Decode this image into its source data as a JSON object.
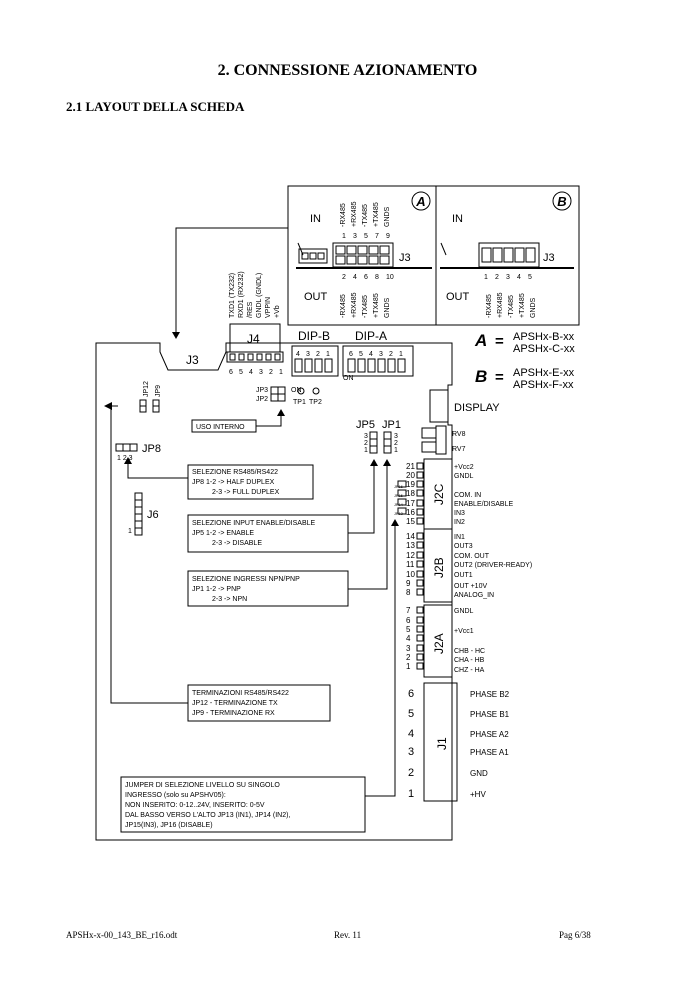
{
  "heading": "2. CONNESSIONE AZIONAMENTO",
  "subheading": "2.1 LAYOUT DELLA SCHEDA",
  "footer": {
    "left": "APSHx-x-00_143_BE_r16.odt",
    "center": "Rev. 11",
    "right": "Pag 6/38"
  },
  "connA": {
    "tag": "A",
    "in_label": "IN",
    "out_label": "OUT",
    "conn": "J3",
    "top_pins": [
      "1",
      "3",
      "5",
      "7",
      "9"
    ],
    "top_signals": [
      "-RX485",
      "+RX485",
      "-TX485",
      "+TX485",
      "GNDS"
    ],
    "bottom_pins": [
      "2",
      "4",
      "6",
      "8",
      "10"
    ],
    "bottom_signals": [
      "-RX485",
      "+RX485",
      "-TX485",
      "+TX485",
      "GNDS"
    ]
  },
  "connB": {
    "tag": "B",
    "in_label": "IN",
    "out_label": "OUT",
    "conn": "J3",
    "pins": [
      "1",
      "2",
      "3",
      "4",
      "5"
    ],
    "signals": [
      "-RX485",
      "+RX485",
      "-TX485",
      "+TX485",
      "GNDS"
    ]
  },
  "legend": {
    "a_tag": "A",
    "a_eq": "=",
    "a_line1": "APSHx-B-xx",
    "a_line2": "APSHx-C-xx",
    "b_tag": "B",
    "b_eq": "=",
    "b_line1": "APSHx-E-xx",
    "b_line2": "APSHx-F-xx"
  },
  "j4": {
    "label": "J4",
    "signals": [
      "TXD1 (TX232)",
      "RXD1 (RX232)",
      "/RES",
      "GNDL (GNDL)",
      "VPPIN",
      "+Vb"
    ],
    "pins": [
      "6",
      "5",
      "4",
      "3",
      "2",
      "1"
    ]
  },
  "j3_label": "J3",
  "dip_b": {
    "label": "DIP-B",
    "nums": [
      "4",
      "3",
      "2",
      "1"
    ],
    "on": "ON"
  },
  "dip_a": {
    "label": "DIP-A",
    "nums": [
      "6",
      "5",
      "4",
      "3",
      "2",
      "1"
    ],
    "on": "ON"
  },
  "jp3": "JP3",
  "jp2": "JP2",
  "tp1": "TP1",
  "tp2": "TP2",
  "jp12": "JP12",
  "jp9": "JP9",
  "jp8": "JP8",
  "jp8_pins": "1 2 3",
  "j6": "J6",
  "j6_pin1": "1",
  "uso_interno": "USO INTERNO",
  "jp5": "JP5",
  "jp1": "JP1",
  "jp_nums": [
    "3",
    "2",
    "1"
  ],
  "display": "DISPLAY",
  "rv8": "RV8",
  "rv7": "RV7",
  "j2c": {
    "label": "J2C",
    "pins": [
      "21",
      "20",
      "19",
      "18",
      "17",
      "16",
      "15"
    ]
  },
  "j2b": {
    "label": "J2B",
    "pins": [
      "14",
      "13",
      "12",
      "11",
      "10",
      "9",
      "8"
    ]
  },
  "j2a": {
    "label": "J2A",
    "pins": [
      "7",
      "6",
      "5",
      "4",
      "3",
      "2",
      "1"
    ]
  },
  "jp_small": [
    "JP16",
    "JP15",
    "JP14",
    "JP13"
  ],
  "j2_signals": [
    "+Vcc2",
    "GNDL",
    "COM. IN",
    "ENABLE/DISABLE",
    "IN3",
    "IN2",
    "IN1",
    "OUT3",
    "COM. OUT",
    "OUT2 (DRIVER-READY)",
    "OUT1",
    "OUT +10V",
    "ANALOG_IN",
    "GNDL",
    "+Vcc1",
    "CHB - HC",
    "CHA - HB",
    "CHZ - HA"
  ],
  "j1": {
    "label": "J1",
    "pins": [
      "6",
      "5",
      "4",
      "3",
      "2",
      "1"
    ],
    "signals": [
      "PHASE B2",
      "PHASE B1",
      "PHASE A2",
      "PHASE A1",
      "GND",
      "+HV"
    ]
  },
  "box_rs485": {
    "lines": [
      "SELEZIONE RS485/RS422",
      "JP8 1-2 -> HALF DUPLEX",
      "2-3 -> FULL DUPLEX"
    ]
  },
  "box_enable": {
    "lines": [
      "SELEZIONE INPUT ENABLE/DISABLE",
      "JP5 1-2 -> ENABLE",
      "2-3 -> DISABLE"
    ]
  },
  "box_npn": {
    "lines": [
      "SELEZIONE INGRESSI NPN/PNP",
      "JP1 1-2 -> PNP",
      "2-3 -> NPN"
    ]
  },
  "box_term": {
    "lines": [
      "TERMINAZIONI RS485/RS422",
      "JP12 - TERMINAZIONE TX",
      "JP9 - TERMINAZIONE RX"
    ]
  },
  "box_jumper": {
    "lines": [
      "JUMPER DI SELEZIONE LIVELLO SU SINGOLO",
      "INGRESSO (solo su APSHV05):",
      "NON INSERITO: 0-12..24V, INSERITO: 0-5V",
      "DAL BASSO VERSO L'ALTO JP13 (IN1), JP14 (IN2),",
      "JP15(IN3), JP16 (DISABLE)"
    ]
  }
}
